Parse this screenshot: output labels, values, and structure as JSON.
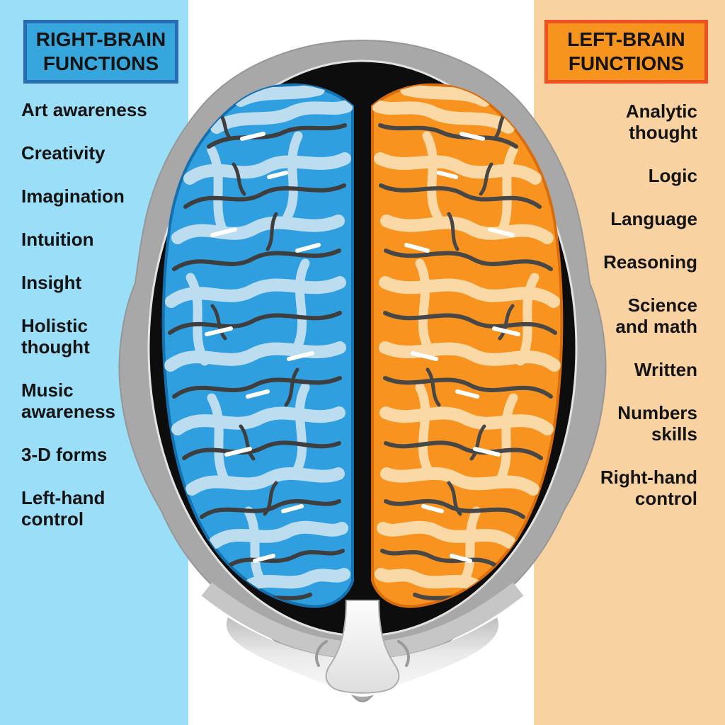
{
  "title": "Right brain / left brain functions diagram",
  "right_brain_panel": {
    "header": "RIGHT-BRAIN\nFUNCTIONS",
    "items": [
      "Art awareness",
      "Creativity",
      "Imagination",
      "Intuition",
      "Insight",
      "Holistic\nthought",
      "Music\nawareness",
      "3-D forms",
      "Left-hand\ncontrol"
    ]
  },
  "left_brain_panel": {
    "header": "LEFT-BRAIN\nFUNCTIONS",
    "items": [
      "Analytic\nthought",
      "Logic",
      "Language",
      "Reasoning",
      "Science\nand math",
      "Written",
      "Numbers\nskills",
      "Right-hand\ncontrol"
    ]
  },
  "illustration": {
    "description": "Top view of a head with brain; right hemisphere (viewer left) blue, left hemisphere (viewer right) orange"
  },
  "colors": {
    "text": "#141414",
    "panel_blue_bg": "#9bdef7",
    "panel_blue_header": "#35a7dd",
    "panel_blue_header_border": "#2a6cb4",
    "panel_peach_bg": "#f9d2a1",
    "panel_orange_header": "#f7941e",
    "panel_orange_header_border": "#ef5123",
    "head_gray": "#a8a8a8",
    "skull_black": "#0d0d0d",
    "hemisphere_right_blue": "#2f9fe0",
    "hemisphere_left_orange": "#f7931e"
  }
}
